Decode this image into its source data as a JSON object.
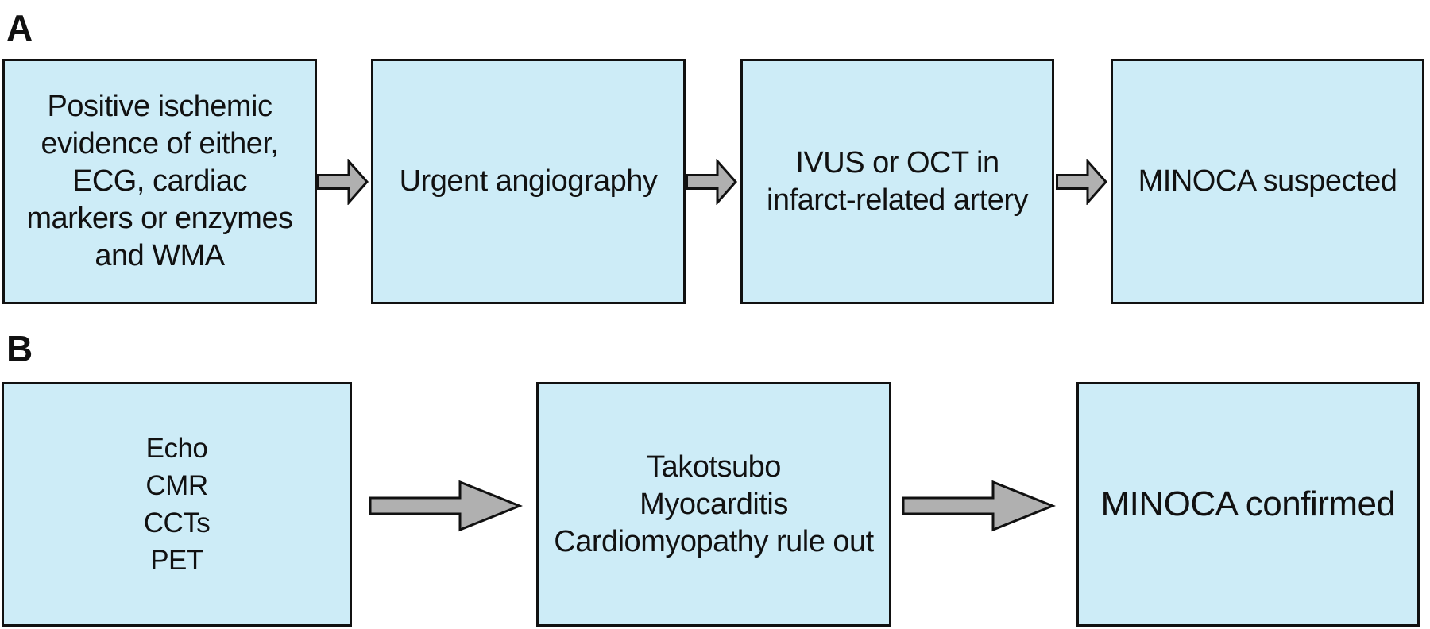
{
  "colors": {
    "background": "#ffffff",
    "box_fill": "#cdecf7",
    "box_border": "#111111",
    "arrow_fill": "#b0b0b0",
    "arrow_stroke": "#111111",
    "text": "#111111"
  },
  "panels": [
    {
      "label": "A",
      "boxes": [
        {
          "text": "Positive ischemic\nevidence of either,\nECG, cardiac\nmarkers or enzymes\nand WMA"
        },
        {
          "text": "Urgent angiography"
        },
        {
          "text": "IVUS or OCT in\ninfarct-related artery"
        },
        {
          "text": "MINOCA suspected"
        }
      ]
    },
    {
      "label": "B",
      "boxes": [
        {
          "text": "Echo\nCMR\nCCTs\nPET"
        },
        {
          "text": "Takotsubo\nMyocarditis\nCardiomyopathy rule out"
        },
        {
          "text": "MINOCA confirmed"
        }
      ]
    }
  ]
}
